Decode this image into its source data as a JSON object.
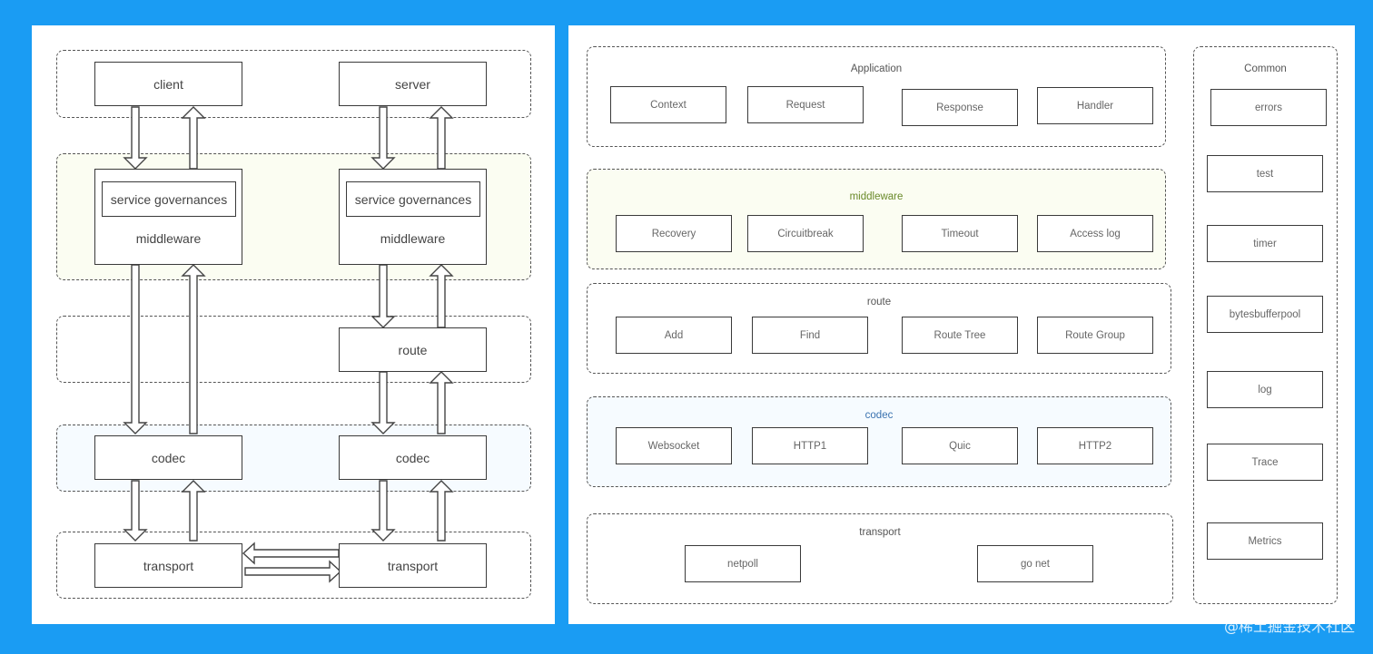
{
  "left": {
    "client": "client",
    "server": "server",
    "service_governances": "service governances",
    "middleware": "middleware",
    "route": "route",
    "codec": "codec",
    "transport": "transport"
  },
  "right": {
    "application": {
      "title": "Application",
      "items": [
        "Context",
        "Request",
        "Response",
        "Handler"
      ]
    },
    "middleware": {
      "title": "middleware",
      "items": [
        "Recovery",
        "Circuitbreak",
        "Timeout",
        "Access log"
      ]
    },
    "route": {
      "title": "route",
      "items": [
        "Add",
        "Find",
        "Route Tree",
        "Route Group"
      ]
    },
    "codec": {
      "title": "codec",
      "items": [
        "Websocket",
        "HTTP1",
        "Quic",
        "HTTP2"
      ]
    },
    "transport": {
      "title": "transport",
      "items": [
        "netpoll",
        "go net"
      ]
    },
    "common": {
      "title": "Common",
      "items": [
        "errors",
        "test",
        "timer",
        "bytesbufferpool",
        "log",
        "Trace",
        "Metrics"
      ]
    }
  },
  "colors": {
    "background": "#1a9cf3",
    "middleware_tint": "#fbfdf2",
    "codec_tint": "#f6fbff",
    "middleware_title": "#6a8a2a",
    "codec_title": "#3b73b0"
  },
  "watermark": "@稀土掘金技术社区"
}
